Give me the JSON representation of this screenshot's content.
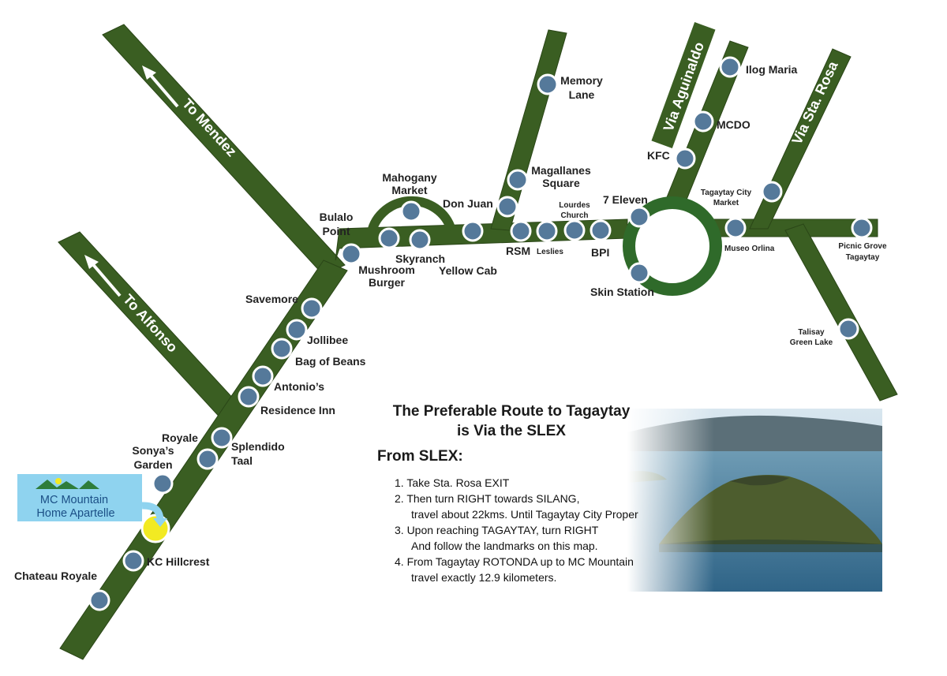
{
  "roads": {
    "to_mendez": "To Mendez",
    "to_alfonso": "To Alfonso",
    "via_aguinaldo": "Via Aguinaldo",
    "via_sta_rosa": "Via Sta. Rosa"
  },
  "landmarks": {
    "memory_lane": [
      "Memory",
      "Lane"
    ],
    "ilog_maria": "Ilog Maria",
    "mcdo": "MCDO",
    "kfc": "KFC",
    "mahogany_market": [
      "Mahogany",
      "Market"
    ],
    "magallanes_square": [
      "Magallanes",
      "Square"
    ],
    "don_juan": "Don Juan",
    "lourdes_church": [
      "Lourdes",
      "Church"
    ],
    "seven_eleven": "7 Eleven",
    "tagaytay_city_market": [
      "Tagaytay City",
      "Market"
    ],
    "bulalo_point": [
      "Bulalo",
      "Point"
    ],
    "skyranch": "Skyranch",
    "mushroom_burger": [
      "Mushroom",
      "Burger"
    ],
    "yellow_cab": "Yellow Cab",
    "rsm": "RSM",
    "leslies": "Leslies",
    "bpi": "BPI",
    "museo_orlina": "Museo Orlina",
    "picnic_grove": [
      "Picnic Grove",
      "Tagaytay"
    ],
    "skin_station": "Skin Station",
    "savemore": "Savemore",
    "jollibee": "Jollibee",
    "bag_of_beans": "Bag of Beans",
    "antonios": "Antonio’s",
    "residence_inn": "Residence Inn",
    "talisay_green_lake": [
      "Talisay",
      "Green Lake"
    ],
    "royale": "Royale",
    "sonyas_garden": [
      "Sonya’s",
      "Garden"
    ],
    "splendido_taal": [
      "Splendido",
      "Taal"
    ],
    "kc_hillcrest": "KC Hillcrest",
    "chateau_royale": "Chateau Royale"
  },
  "logo": {
    "line1": "MC Mountain",
    "line2": "Home Apartelle"
  },
  "directions": {
    "headline1": "The Preferable Route to Tagaytay",
    "headline2": "is Via the SLEX",
    "from": "From SLEX:",
    "steps": [
      "1. Take Sta. Rosa EXIT",
      "2. Then turn RIGHT towards SILANG,",
      "travel about 22kms. Until Tagaytay City Proper",
      "3. Upon reaching TAGAYTAY, turn RIGHT",
      "And follow the landmarks on this map.",
      "4. From Tagaytay ROTONDA up to MC Mountain",
      "travel exactly 12.9 kilometers."
    ]
  },
  "colors": {
    "road": "#3a5e22",
    "pin": "#55799a",
    "destination_pin": "#f2ea22",
    "logo_bg": "#8fd3ef"
  }
}
